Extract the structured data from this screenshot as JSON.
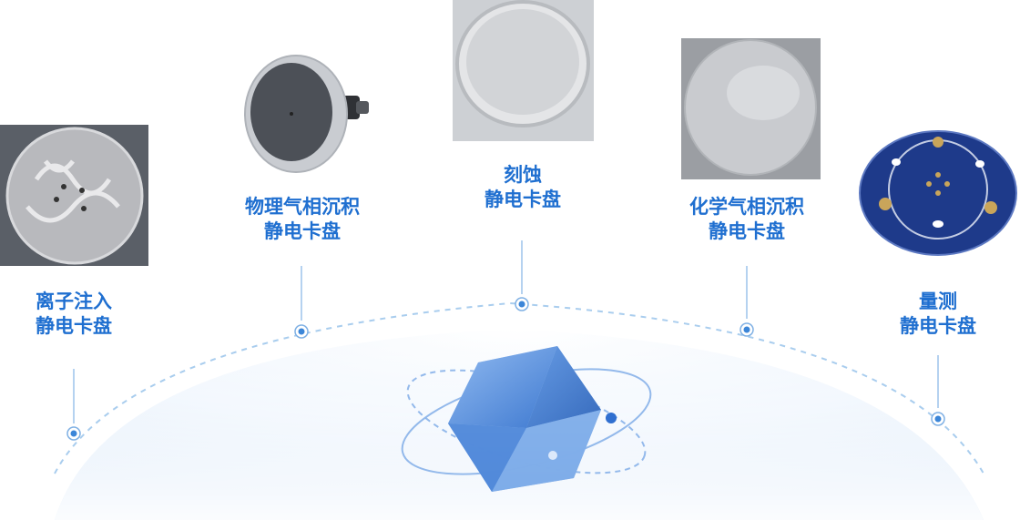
{
  "products": [
    {
      "line1": "离子注入",
      "line2": "静电卡盘",
      "image": "ion-implantation-chuck"
    },
    {
      "line1": "物理气相沉积",
      "line2": "静电卡盘",
      "image": "pvd-chuck"
    },
    {
      "line1": "刻蚀",
      "line2": "静电卡盘",
      "image": "etch-chuck"
    },
    {
      "line1": "化学气相沉积",
      "line2": "静电卡盘",
      "image": "cvd-chuck"
    },
    {
      "line1": "量测",
      "line2": "静电卡盘",
      "image": "metrology-chuck"
    }
  ],
  "colors": {
    "accent": "#1f6fd0",
    "connector": "#9cc3ea",
    "dome": "#dbe9f8",
    "crystal": "#3f7fd6"
  }
}
